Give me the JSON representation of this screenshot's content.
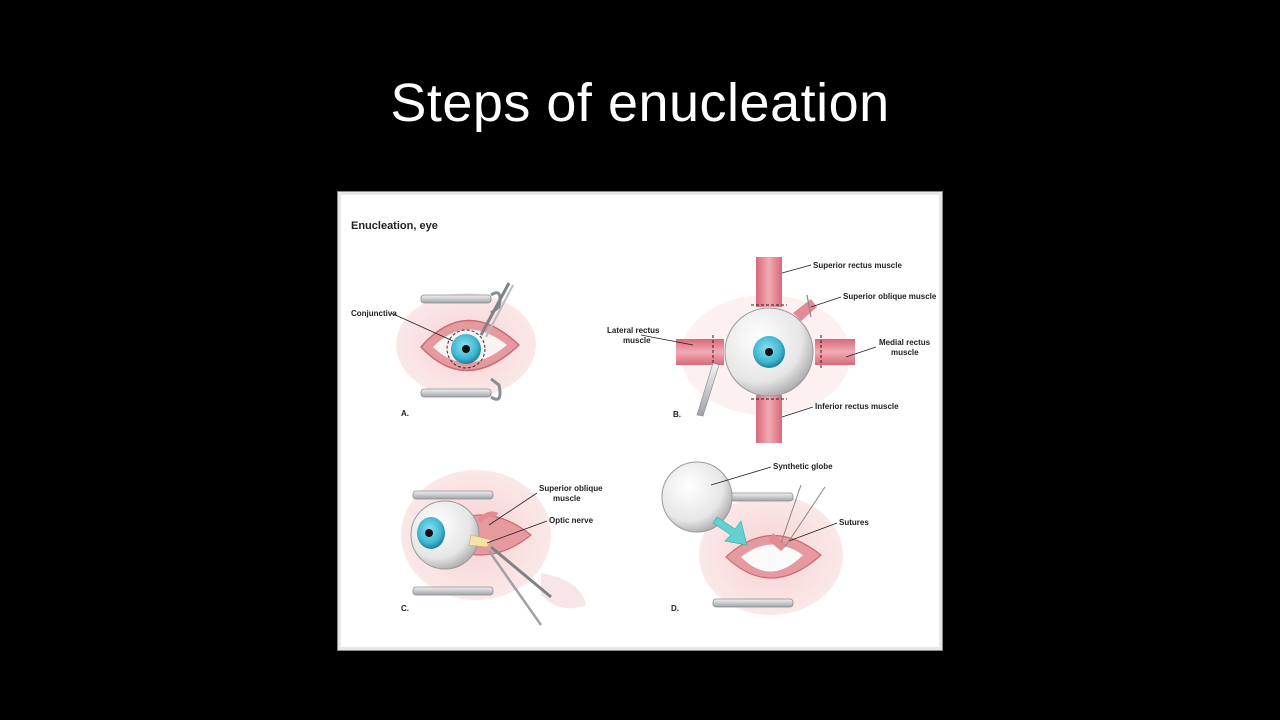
{
  "slide": {
    "title": "Steps of enucleation"
  },
  "figure": {
    "heading": "Enucleation, eye",
    "panels": {
      "a": {
        "letter": "A.",
        "labels": {
          "conjunctiva": "Conjunctiva"
        }
      },
      "b": {
        "letter": "B.",
        "labels": {
          "superior_rectus": "Superior rectus muscle",
          "superior_oblique": "Superior oblique muscle",
          "lateral_rectus_1": "Lateral rectus",
          "lateral_rectus_2": "muscle",
          "medial_rectus_1": "Medial rectus",
          "medial_rectus_2": "muscle",
          "inferior_rectus": "Inferior rectus muscle"
        }
      },
      "c": {
        "letter": "C.",
        "labels": {
          "superior_oblique_1": "Superior oblique",
          "superior_oblique_2": "muscle",
          "optic_nerve": "Optic nerve"
        }
      },
      "d": {
        "letter": "D.",
        "labels": {
          "synthetic_globe": "Synthetic globe",
          "sutures": "Sutures"
        }
      }
    },
    "colors": {
      "tissue": "#f2c4c6",
      "muscle": "#e48a95",
      "iris": "#3fb7d3",
      "sclera": "#f4f4f4",
      "instrument": "#c9cdd1",
      "arrow": "#62d1d0"
    }
  }
}
